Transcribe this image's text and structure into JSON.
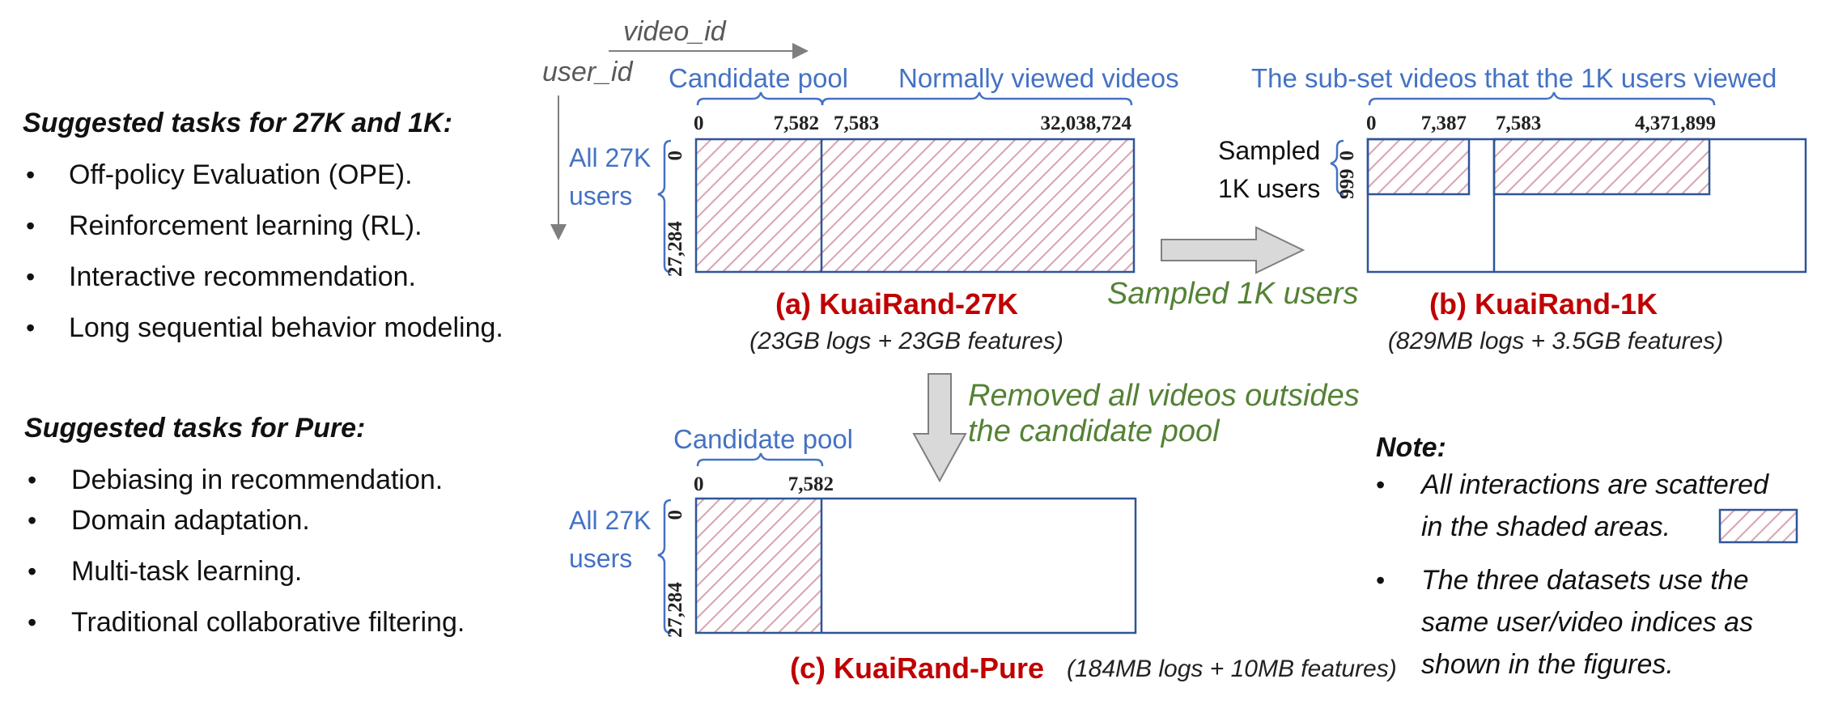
{
  "colors": {
    "blue": "#4472c4",
    "red": "#c00000",
    "green": "#548235",
    "hatch": "#d9a3b1",
    "outline": "#2f5597",
    "arrow_fill": "#d9d9d9",
    "arrow_stroke": "#7f7f7f"
  },
  "axes": {
    "video_label": "video_id",
    "user_label": "user_id"
  },
  "tasks_27k_1k": {
    "heading": "Suggested tasks for 27K and 1K:",
    "items": [
      "Off-policy Evaluation (OPE).",
      "Reinforcement learning (RL).",
      "Interactive recommendation.",
      "Long sequential behavior modeling."
    ]
  },
  "tasks_pure": {
    "heading": "Suggested tasks for Pure:",
    "items": [
      "Debiasing in recommendation.",
      "Domain adaptation.",
      "Multi-task learning.",
      "Traditional collaborative filtering."
    ]
  },
  "dataset_a": {
    "candidate_label": "Candidate pool",
    "viewed_label": "Normally viewed videos",
    "col_ticks": [
      "0",
      "7,582",
      "7,583",
      "32,038,724"
    ],
    "row_ticks": [
      "0",
      "27,284"
    ],
    "users_label_line1": "All 27K",
    "users_label_line2": "users",
    "title": "(a) KuaiRand-27K",
    "subtitle": "(23GB logs + 23GB features)"
  },
  "dataset_b": {
    "subset_label": "The sub-set videos that the 1K users viewed",
    "col_ticks": [
      "0",
      "7,387",
      "7,583",
      "4,371,899"
    ],
    "row_ticks": [
      "0",
      "999"
    ],
    "users_label_line1": "Sampled",
    "users_label_line2": "1K users",
    "title": "(b) KuaiRand-1K",
    "subtitle": "(829MB logs + 3.5GB features)"
  },
  "dataset_c": {
    "candidate_label": "Candidate pool",
    "col_ticks": [
      "0",
      "7,582"
    ],
    "row_ticks": [
      "0",
      "27,284"
    ],
    "users_label_line1": "All 27K",
    "users_label_line2": "users",
    "title": "(c) KuaiRand-Pure",
    "subtitle": "(184MB logs + 10MB features)"
  },
  "arrows": {
    "sampled_label": "Sampled 1K users",
    "removed_line1": "Removed all videos outsides",
    "removed_line2": "the candidate pool"
  },
  "note": {
    "heading": "Note:",
    "item1_line1": "All interactions are scattered",
    "item1_line2": "in the shaded areas.",
    "item2_line1": "The three datasets use the",
    "item2_line2": "same user/video indices as",
    "item2_line3": "shown in the figures."
  }
}
